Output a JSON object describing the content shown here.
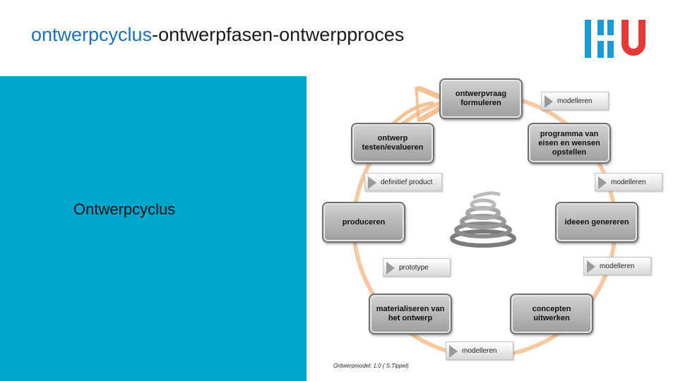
{
  "header": {
    "title_part1": "ontwerpcyclus",
    "title_part2": "-ontwerpfasen-ontwerpproces",
    "logo_icon": "hu-logo-icon",
    "colors": {
      "title_accent": "#1a6fb5",
      "logo_blue": "#1a9bd7",
      "logo_red": "#e53935"
    }
  },
  "left_panel": {
    "label": "Ontwerpcyclus",
    "background": "#00a6cd"
  },
  "diagram": {
    "nodes": [
      {
        "label": "ontwerpvraag formuleren"
      },
      {
        "label": "programma van eisen en wensen opstellen"
      },
      {
        "label": "ideeen genereren"
      },
      {
        "label": "concepten uitwerken"
      },
      {
        "label": "materialiseren van het ontwerp"
      },
      {
        "label": "produceren"
      },
      {
        "label": "ontwerp testen/evalueren"
      }
    ],
    "tags": [
      {
        "label": "modelleren"
      },
      {
        "label": "modelleren"
      },
      {
        "label": "modelleren"
      },
      {
        "label": "modelleren"
      },
      {
        "label": "prototype"
      },
      {
        "label": "definitief product"
      }
    ],
    "center_icon": "spiral-icon",
    "cycle_color": "#f2b27a",
    "caption": "Ontwerpmodel: 1.0 ( S.Tippel)"
  }
}
